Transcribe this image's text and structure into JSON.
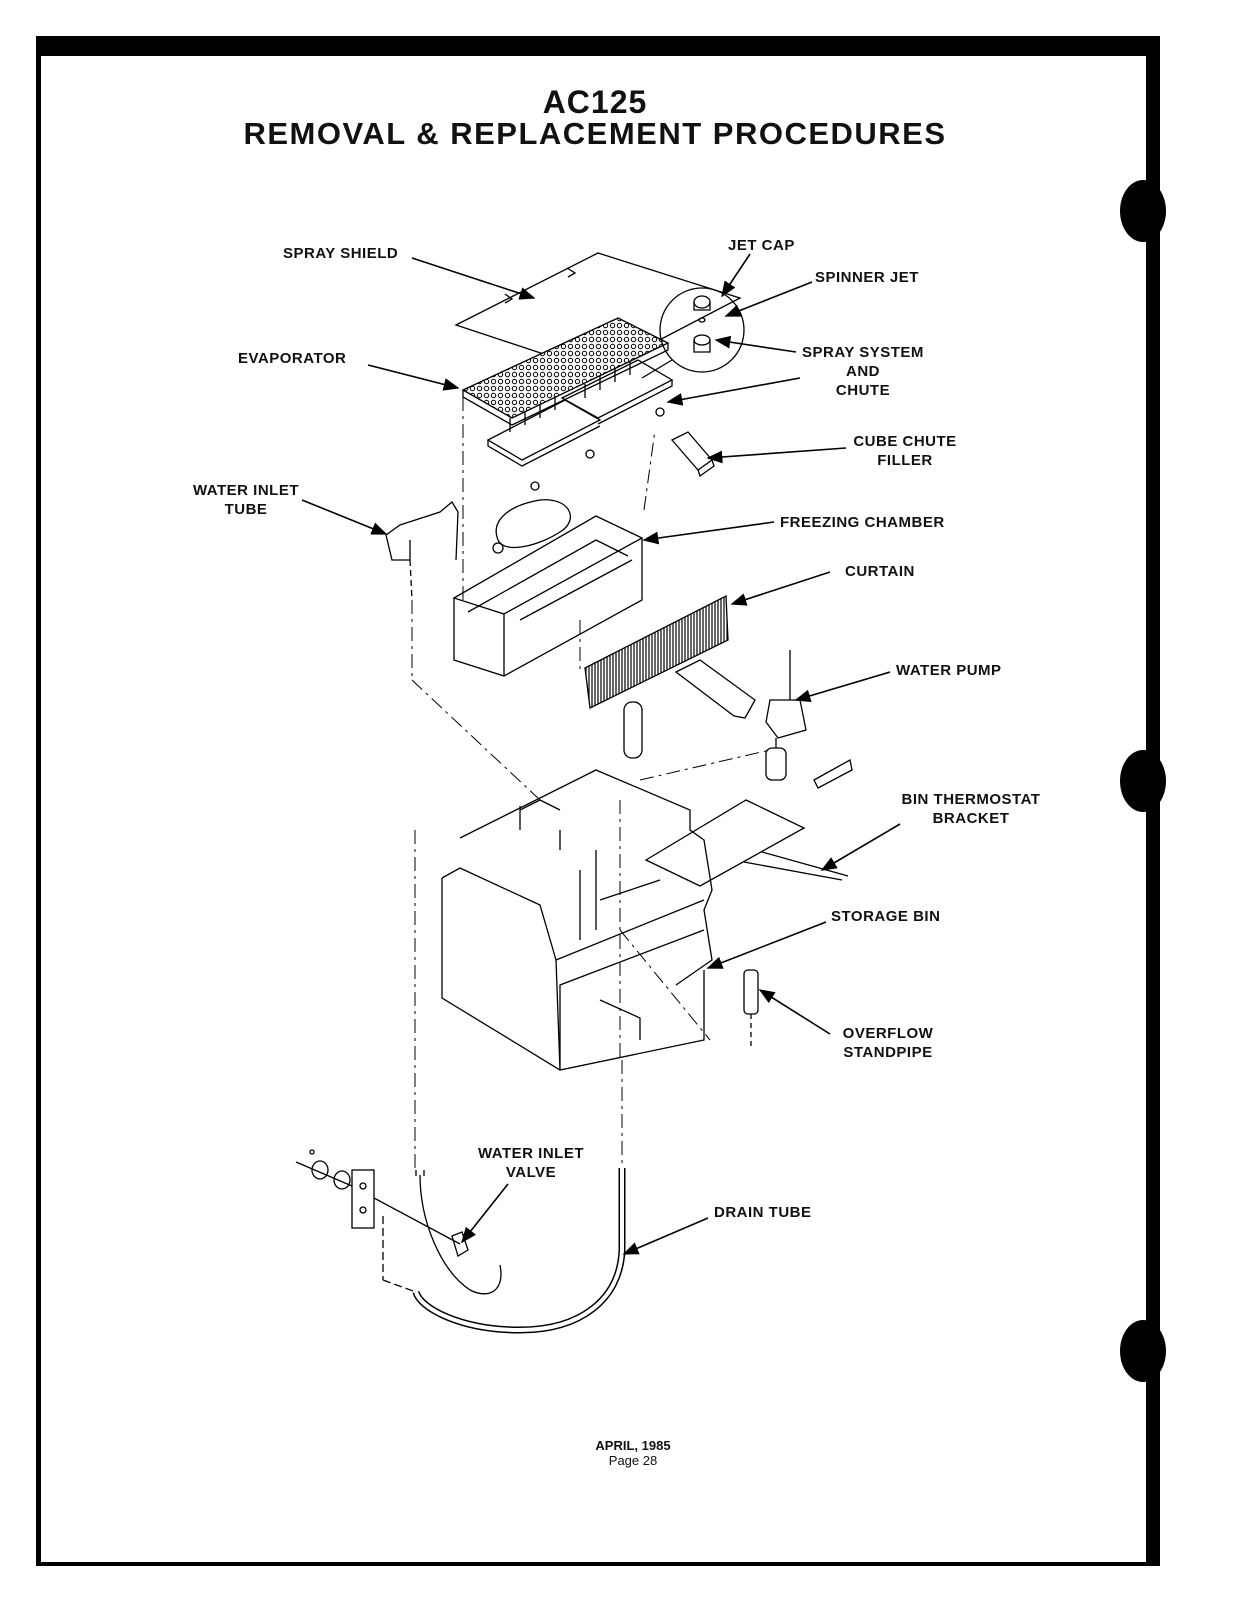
{
  "header": {
    "model": "AC125",
    "title": "REMOVAL & REPLACEMENT PROCEDURES"
  },
  "labels": {
    "spray_shield": "SPRAY SHIELD",
    "jet_cap": "JET CAP",
    "spinner_jet": "SPINNER JET",
    "evaporator": "EVAPORATOR",
    "spray_system": "SPRAY SYSTEM\nAND\nCHUTE",
    "cube_chute_filler": "CUBE CHUTE\nFILLER",
    "water_inlet_tube": "WATER INLET\nTUBE",
    "freezing_chamber": "FREEZING CHAMBER",
    "curtain": "CURTAIN",
    "water_pump": "WATER PUMP",
    "bin_thermostat_bracket": "BIN THERMOSTAT\nBRACKET",
    "storage_bin": "STORAGE BIN",
    "overflow_standpipe": "OVERFLOW\nSTANDPIPE",
    "water_inlet_valve": "WATER INLET\nVALVE",
    "drain_tube": "DRAIN TUBE"
  },
  "footer": {
    "date": "APRIL, 1985",
    "page": "Page 28"
  }
}
